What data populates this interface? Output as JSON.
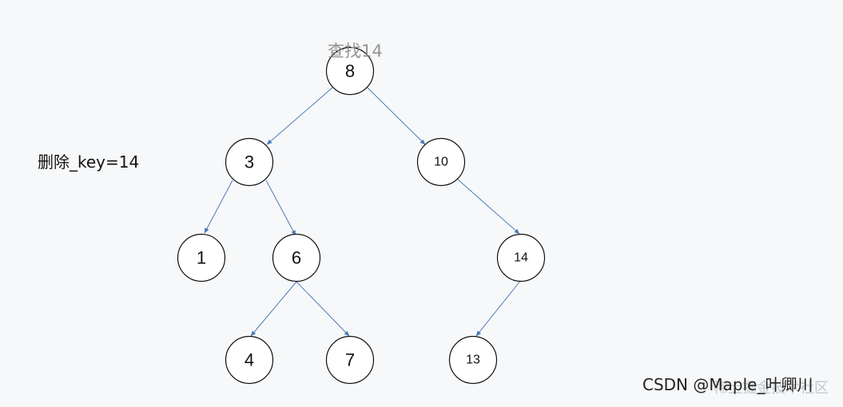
{
  "diagram": {
    "title": "查找14",
    "side_label": "删除_key=14",
    "watermark": "CSDN @Maple_叶卿川",
    "watermark_shadow": "稀土掘金技术社区",
    "colors": {
      "background": "#f7f8f9",
      "edge": "#4a7ab8",
      "node_stroke": "#111111",
      "node_fill": "#ffffff"
    },
    "nodes": {
      "n8": "8",
      "n3": "3",
      "n10": "10",
      "n1": "1",
      "n6": "6",
      "n14": "14",
      "n4": "4",
      "n7": "7",
      "n13": "13"
    },
    "edges": [
      [
        "8",
        "3"
      ],
      [
        "8",
        "10"
      ],
      [
        "3",
        "1"
      ],
      [
        "3",
        "6"
      ],
      [
        "10",
        "14"
      ],
      [
        "6",
        "4"
      ],
      [
        "6",
        "7"
      ],
      [
        "14",
        "13"
      ]
    ]
  }
}
